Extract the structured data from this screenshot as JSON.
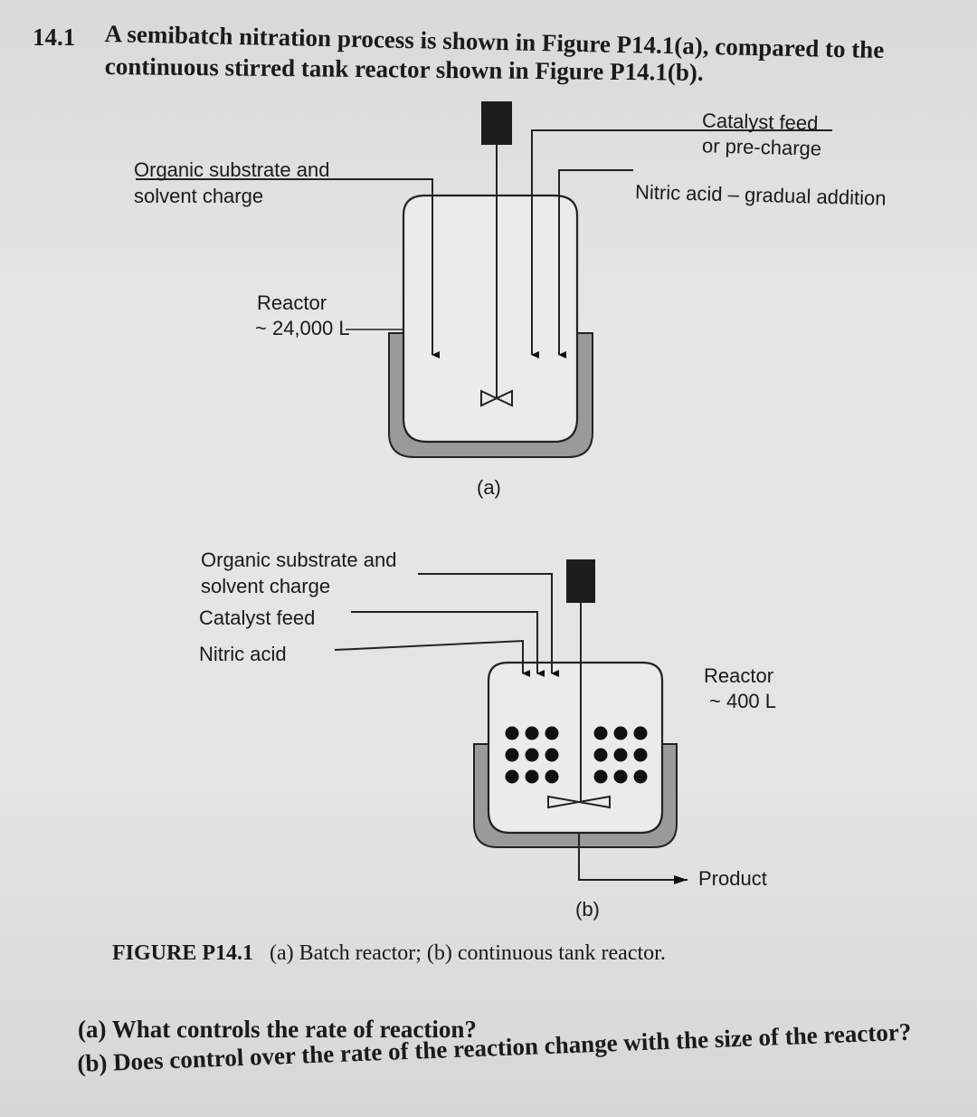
{
  "problem": {
    "number": "14.1",
    "line1": "A semibatch nitration process is shown in Figure P14.1(a), compared to the",
    "line2": "continuous stirred tank reactor shown in Figure P14.1(b)."
  },
  "figure_a": {
    "catalyst_feed_line1": "Catalyst feed",
    "catalyst_feed_line2": "or pre-charge",
    "organic_line1": "Organic substrate and",
    "organic_line2": "solvent charge",
    "nitric_acid": "Nitric acid – gradual addition",
    "reactor_line1": "Reactor",
    "reactor_line2": "~ 24,000 L",
    "label": "(a)"
  },
  "figure_b": {
    "organic_line1": "Organic substrate and",
    "organic_line2": "solvent charge",
    "catalyst_feed": "Catalyst feed",
    "nitric_acid": "Nitric acid",
    "reactor_line1": "Reactor",
    "reactor_line2": "~ 400 L",
    "product": "Product",
    "label": "(b)"
  },
  "caption": {
    "figure_id": "FIGURE P14.1",
    "text": "(a) Batch reactor; (b) continuous tank reactor."
  },
  "questions": {
    "a": "(a) What controls the rate of reaction?",
    "b": "(b) Does control over the rate of the reaction change with the size of the reactor?"
  }
}
